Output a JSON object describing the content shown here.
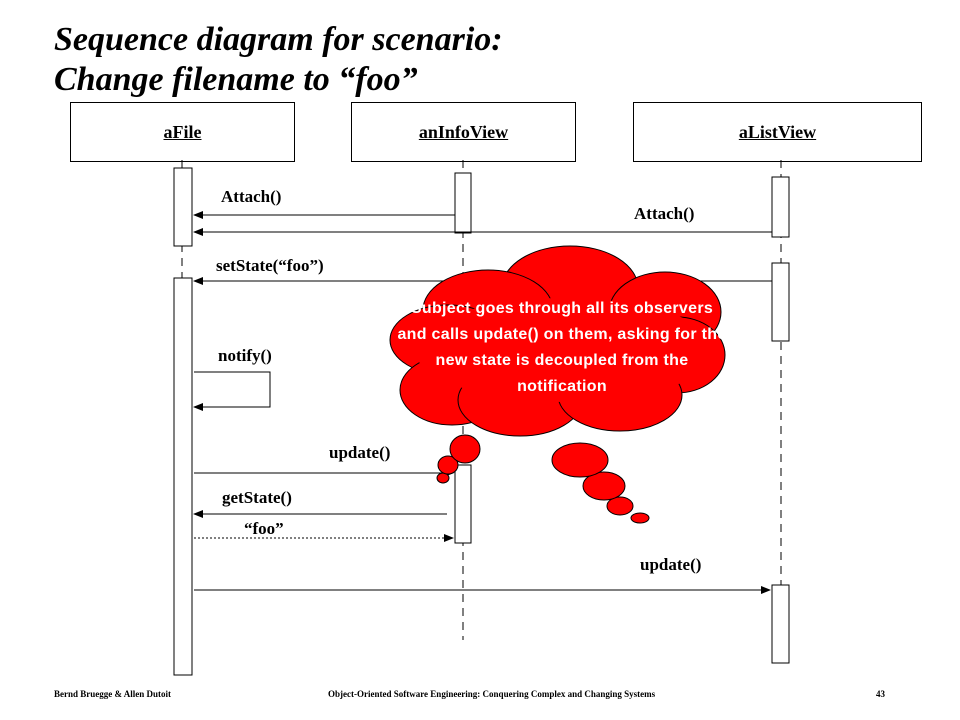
{
  "title": {
    "line1": "Sequence diagram for scenario:",
    "line2": "Change filename to “foo”"
  },
  "objects": {
    "afile": "aFile",
    "aninfoview": "anInfoView",
    "alistview": "aListView"
  },
  "messages": {
    "attach_infoview": "Attach()",
    "attach_listview": "Attach()",
    "setstate": "setState(“foo”)",
    "notify": "notify()",
    "update_infoview": "update()",
    "getstate": "getState()",
    "return_foo": "“foo”",
    "update_listview": "update()"
  },
  "note": {
    "text": "Subject goes through all its observers and calls update() on them, asking for the new state is decoupled from the notification",
    "fill": "#ff0000"
  },
  "footer": {
    "authors": "Bernd Bruegge & Allen Dutoit",
    "book": "Object-Oriented Software Engineering: Conquering Complex and Changing Systems",
    "page": "43"
  }
}
